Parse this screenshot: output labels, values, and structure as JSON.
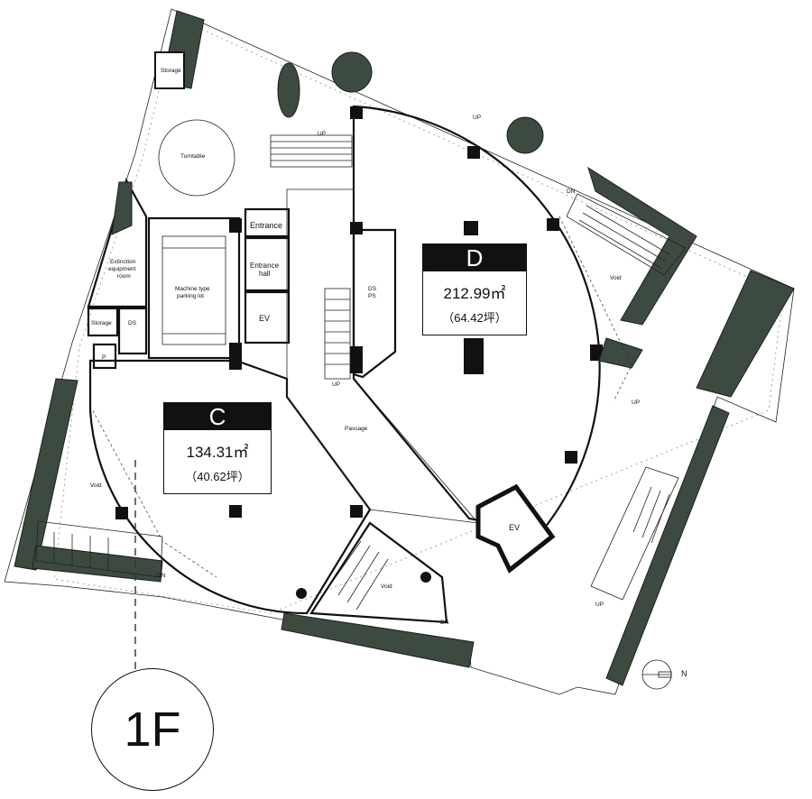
{
  "floor": {
    "label": "1F"
  },
  "units": [
    {
      "id": "C",
      "area": "134.31㎡",
      "tsubo": "（40.62坪）"
    },
    {
      "id": "D",
      "area": "212.99㎡",
      "tsubo": "（64.42坪）"
    }
  ],
  "rooms": {
    "storage": "Storage",
    "turntable": "Turntable",
    "extinction_line1": "Extinction",
    "extinction_line2": "equipment",
    "extinction_line3": "room",
    "parking_line1": "Machine type",
    "parking_line2": "parking lot",
    "entrance": "Entrance",
    "entrance_hall_line1": "Entrance",
    "entrance_hall_line2": "hall",
    "ev": "EV",
    "ds": "DS",
    "ds_ps_line1": "DS",
    "ds_ps_line2": "PS",
    "passage": "Passage",
    "void": "Void",
    "p": "P",
    "storage_small": "Storage"
  },
  "stair_markers": {
    "up": "UP",
    "dn": "DN"
  },
  "compass": {
    "north": "N"
  },
  "colors": {
    "greenery": "#3d4a40",
    "wall": "#111111",
    "background": "#ffffff"
  }
}
